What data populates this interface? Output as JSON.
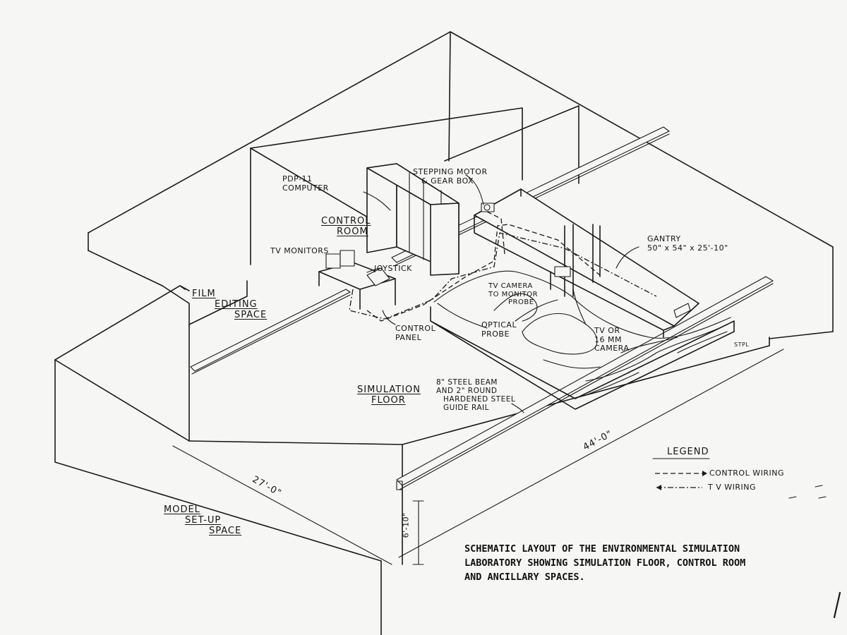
{
  "labels": {
    "pdp11_line1": "PDP-11",
    "pdp11_line2": "COMPUTER",
    "stepping_line1": "STEPPING MOTOR",
    "stepping_line2": "& GEAR BOX",
    "control_room_line1": "CONTROL",
    "control_room_line2": "ROOM",
    "tv_monitors": "TV MONITORS",
    "joystick": "JOYSTICK",
    "control_panel_line1": "CONTROL",
    "control_panel_line2": "PANEL",
    "gantry_line1": "GANTRY",
    "gantry_line2": "50\" x 54\" x 25'-10\"",
    "tv_camera_line1": "TV CAMERA",
    "tv_camera_line2": "TO MONITOR",
    "tv_camera_line3": "PROBE",
    "optical_probe_line1": "OPTICAL",
    "optical_probe_line2": "PROBE",
    "tv_or_line1": "TV OR",
    "tv_or_line2": "16 MM",
    "tv_or_line3": "CAMERA",
    "film_line1": "FILM",
    "film_line2": "EDITING",
    "film_line3": "SPACE",
    "sim_floor_line1": "SIMULATION",
    "sim_floor_line2": "FLOOR",
    "beam_line1": "8\" STEEL BEAM",
    "beam_line2": "AND 2\" ROUND",
    "beam_line3": "HARDENED STEEL",
    "beam_line4": "GUIDE RAIL",
    "model_line1": "MODEL",
    "model_line2": "SET-UP",
    "model_line3": "SPACE",
    "dim_27": "27'-0\"",
    "dim_44": "44'-0\"",
    "dim_6": "6'-10\"",
    "stamp": "STPL"
  },
  "legend": {
    "title": "LEGEND",
    "items": [
      {
        "label": "CONTROL WIRING",
        "style": "dashed-arrow"
      },
      {
        "label": "T V  WIRING",
        "style": "dash-dot-arrow"
      }
    ]
  },
  "caption": {
    "line1": "SCHEMATIC LAYOUT OF THE ENVIRONMENTAL SIMULATION",
    "line2": "LABORATORY SHOWING SIMULATION FLOOR, CONTROL ROOM",
    "line3": "AND ANCILLARY SPACES."
  },
  "colors": {
    "paper": "#f6f6f4",
    "ink": "#1a1a1a"
  }
}
